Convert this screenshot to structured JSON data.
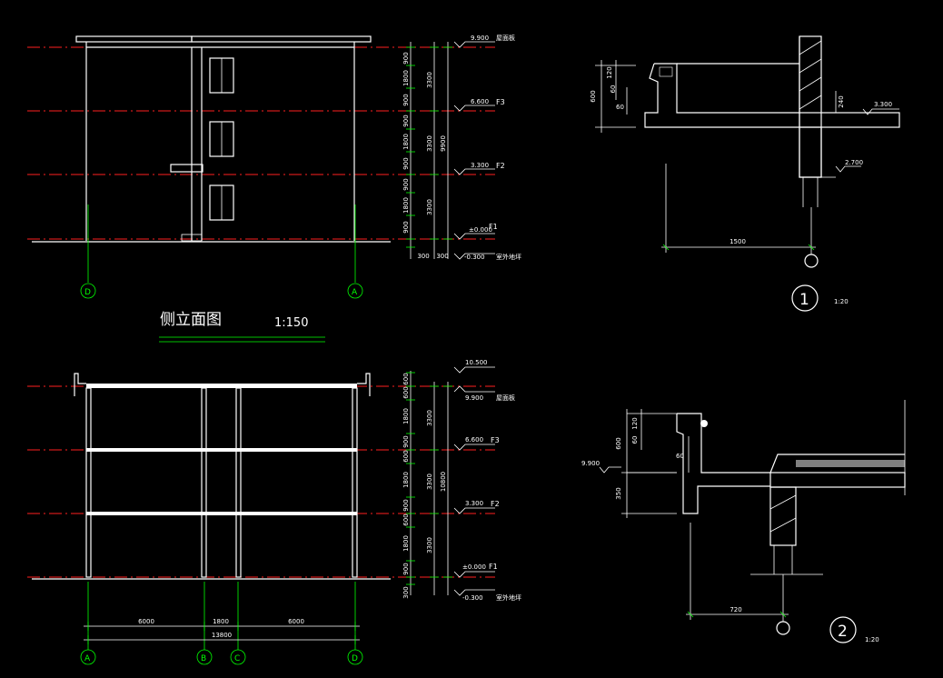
{
  "elevation": {
    "title": "侧立面图",
    "scale": "1:150",
    "grid_left": "D",
    "grid_right": "A",
    "segments": [
      "900",
      "1800",
      "900",
      "900",
      "1800",
      "900",
      "900",
      "1800",
      "900",
      "300"
    ],
    "floor_heights": [
      "3300",
      "3300",
      "3300"
    ],
    "total": "9900",
    "elevations": [
      "9.900",
      "6.600",
      "3.300",
      "±0.000",
      "-0.300"
    ],
    "roof_label": "屋面板",
    "ground_label": "室外地坪",
    "floors": [
      "F3",
      "F2",
      "F1"
    ],
    "bottom_dims": [
      "300",
      "300"
    ]
  },
  "section": {
    "segments": [
      "600",
      "600",
      "1800",
      "900",
      "600",
      "1800",
      "900",
      "600",
      "1800",
      "900",
      "300"
    ],
    "floor_heights": [
      "3300",
      "3300",
      "3300"
    ],
    "total": "10800",
    "elevations": [
      "10.500",
      "9.900",
      "6.600",
      "3.300",
      "±0.000",
      "-0.300"
    ],
    "roof_label": "屋面板",
    "ground_label": "室外地坪",
    "floors": [
      "F3",
      "F2",
      "F1"
    ],
    "spans": [
      "6000",
      "1800",
      "6000"
    ],
    "span_total": "13800",
    "grids": [
      "A",
      "B",
      "C",
      "D"
    ]
  },
  "detail1": {
    "id": "1",
    "scale": "1:20",
    "dims_v": [
      "600",
      "120",
      "60",
      "60"
    ],
    "dims_inner": [
      "240"
    ],
    "elevations": [
      "3.300",
      "2.700"
    ],
    "width": "1500"
  },
  "detail2": {
    "id": "2",
    "scale": "1:20",
    "dims_v": [
      "600",
      "120",
      "60",
      "60",
      "350"
    ],
    "elevations": [
      "9.900"
    ],
    "width": "720"
  }
}
